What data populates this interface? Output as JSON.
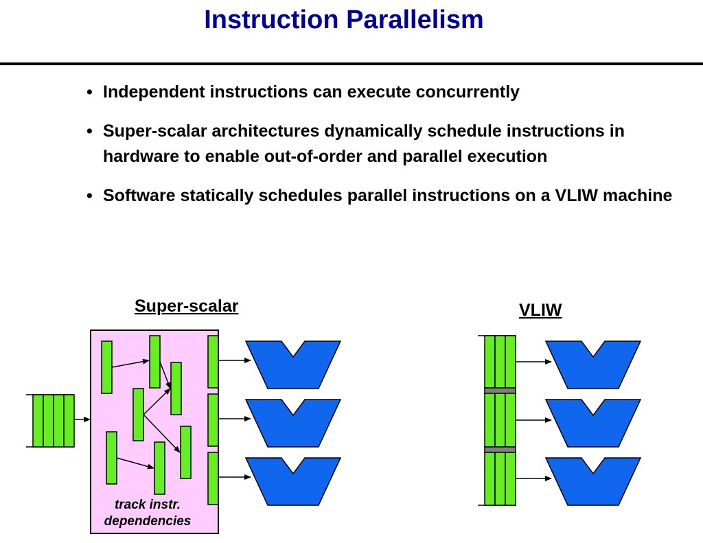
{
  "slide": {
    "title": "Instruction Parallelism",
    "bullets": [
      "Independent instructions can execute concurrently",
      "Super-scalar architectures dynamically schedule instructions in hardware to enable out-of-order and parallel execution",
      "Software statically schedules parallel instructions on a VLIW machine"
    ]
  },
  "diagram": {
    "superscalar_label": "Super-scalar",
    "vliw_label": "VLIW",
    "tracker_caption_line1": "track instr.",
    "tracker_caption_line2": "dependencies",
    "colors": {
      "instruction": "#66ee22",
      "tracker_bg": "#ffccff",
      "functional_unit": "#1166ee",
      "vliw_separator": "#808080"
    }
  }
}
